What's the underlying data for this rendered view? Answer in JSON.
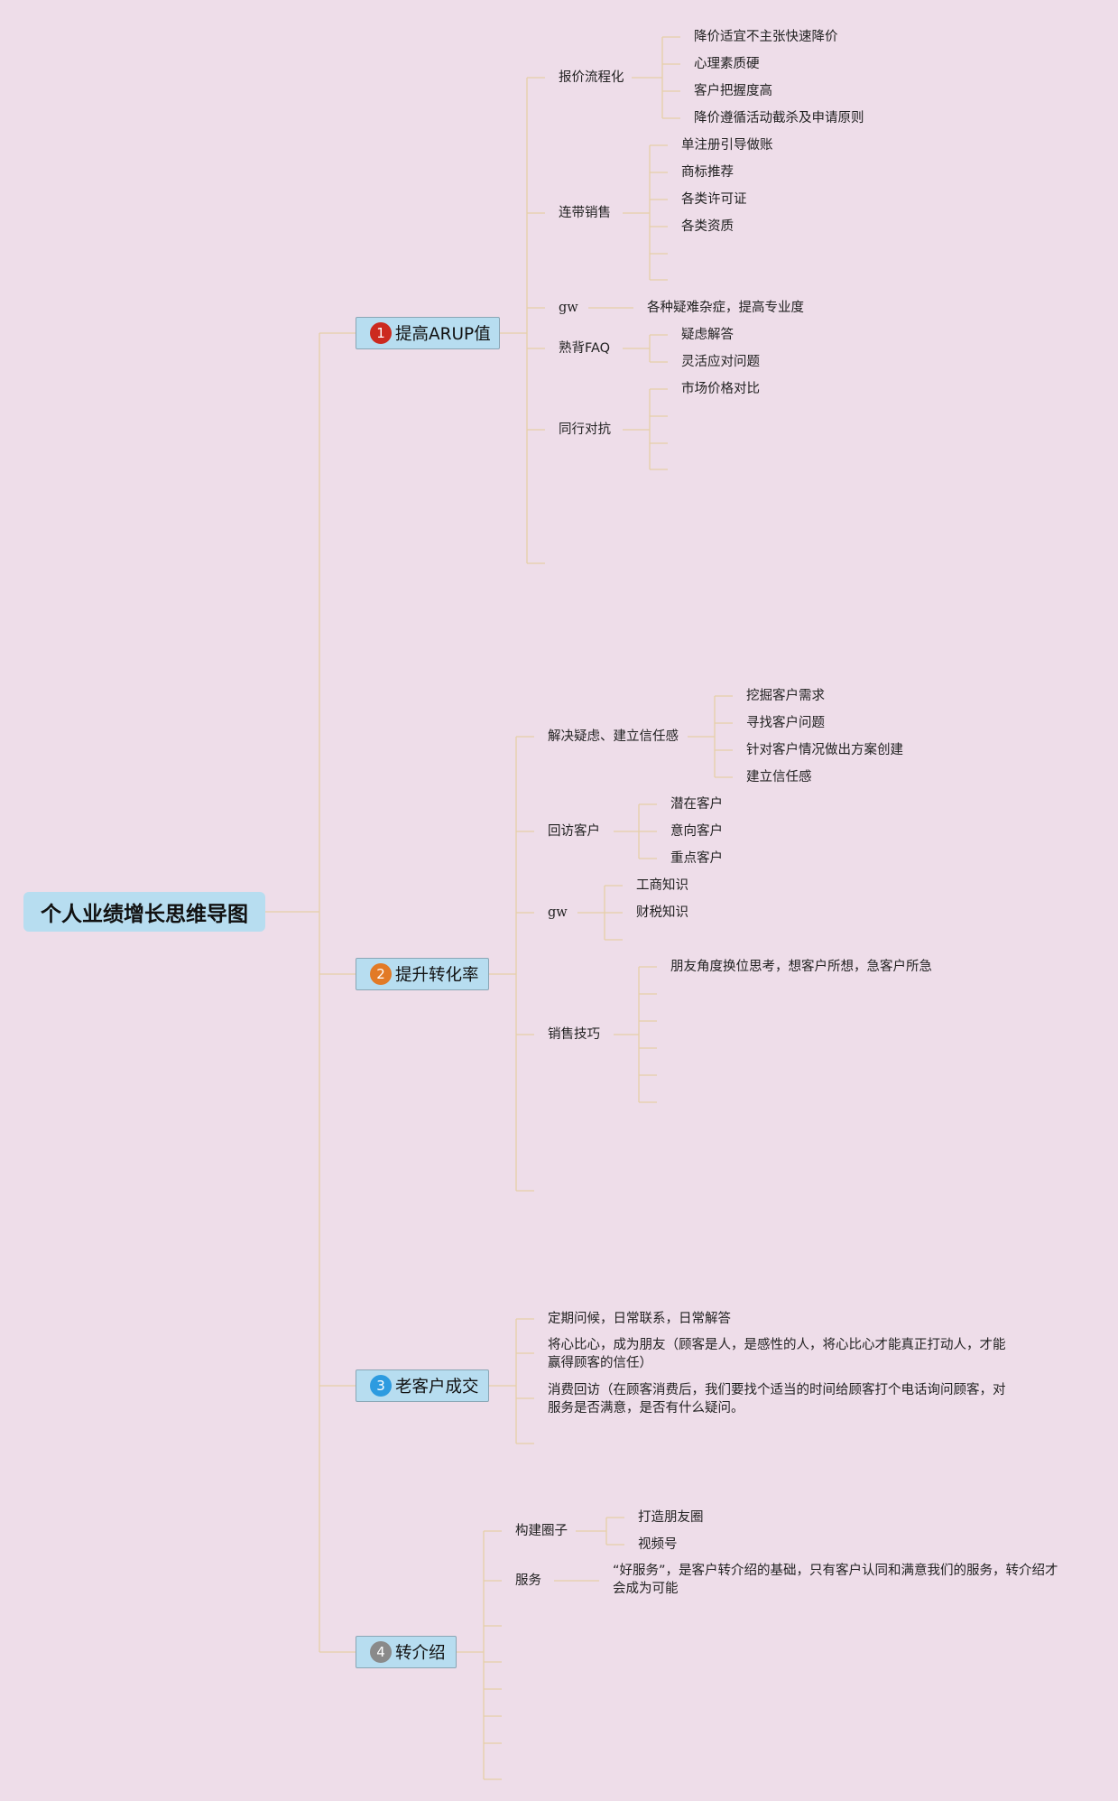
{
  "root": {
    "label": "个人业绩增长思维导图"
  },
  "branches": [
    {
      "num": "1",
      "label": "提高ARUP值",
      "badge_color": "#cc2a1f",
      "children": [
        {
          "label": "报价流程化",
          "items": [
            "降价适宜不主张快速降价",
            "心理素质硬",
            "客户把握度高",
            "降价遵循活动截杀及申请原则"
          ]
        },
        {
          "label": "连带销售",
          "items": [
            "单注册引导做账",
            "商标推荐",
            "各类许可证",
            "各类资质"
          ]
        },
        {
          "label": "gw",
          "items": [
            "各种疑难杂症，提高专业度"
          ]
        },
        {
          "label": "熟背FAQ",
          "items": [
            "疑虑解答",
            "灵活应对问题"
          ]
        },
        {
          "label": "同行对抗",
          "items": [
            "市场价格对比"
          ]
        }
      ]
    },
    {
      "num": "2",
      "label": "提升转化率",
      "badge_color": "#e27a26",
      "children": [
        {
          "label": "解决疑虑、建立信任感",
          "items": [
            "挖掘客户需求",
            "寻找客户问题",
            "针对客户情况做出方案创建",
            "建立信任感"
          ]
        },
        {
          "label": "回访客户",
          "items": [
            "潜在客户",
            "意向客户",
            "重点客户"
          ]
        },
        {
          "label": "gw",
          "items": [
            "工商知识",
            "财税知识"
          ]
        },
        {
          "label": "销售技巧",
          "items": [
            "朋友角度换位思考，想客户所想，急客户所急"
          ]
        }
      ]
    },
    {
      "num": "3",
      "label": "老客户成交",
      "badge_color": "#2d9be0",
      "items": [
        "定期问候，日常联系，日常解答",
        "将心比心，成为朋友（顾客是人，是感性的人，将心比心才能真正打动人，才能赢得顾客的信任）",
        "消费回访（在顾客消费后，我们要找个适当的时间给顾客打个电话询问顾客，对服务是否满意，是否有什么疑问。"
      ]
    },
    {
      "num": "4",
      "label": "转介绍",
      "badge_color": "#8a8a8a",
      "children": [
        {
          "label": "构建圈子",
          "items": [
            "打造朋友圈",
            "视频号"
          ]
        },
        {
          "label": "服务",
          "items": [
            "“好服务”，是客户转介绍的基础，只有客户认同和满意我们的服务，转介绍才会成为可能"
          ]
        }
      ]
    }
  ],
  "colors": {
    "background": "#eedde9",
    "node_fill": "#b7ddf0",
    "line": "#e6cfa8"
  }
}
